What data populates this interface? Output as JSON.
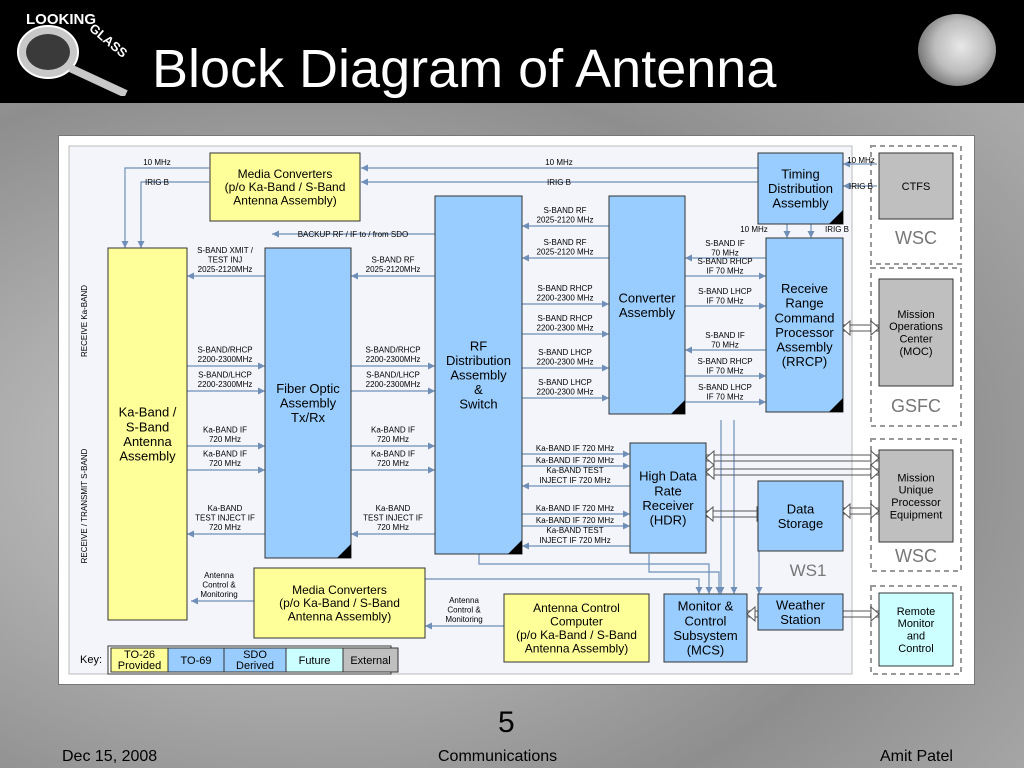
{
  "slide": {
    "title": "Block Diagram of Antenna",
    "logo_text": "LOOKING GLASS",
    "page_number": "5",
    "footer_left": "Dec 15, 2008",
    "footer_center": "Communications",
    "footer_right": "Amit Patel"
  },
  "blocks": {
    "media_top": [
      "Media Converters",
      "(p/o Ka-Band / S-Band",
      "Antenna Assembly)"
    ],
    "ka_band": [
      "Ka-Band /",
      "S-Band",
      "Antenna",
      "Assembly"
    ],
    "fiber": [
      "Fiber Optic",
      "Assembly",
      "Tx/Rx"
    ],
    "rf_dist": [
      "RF",
      "Distribution",
      "Assembly",
      "&",
      "Switch"
    ],
    "converter": [
      "Converter",
      "Assembly"
    ],
    "timing": [
      "Timing",
      "Distribution",
      "Assembly"
    ],
    "rrcp": [
      "Receive",
      "Range",
      "Command",
      "Processor",
      "Assembly",
      "(RRCP)"
    ],
    "hdr": [
      "High Data",
      "Rate",
      "Receiver",
      "(HDR)"
    ],
    "data_storage": [
      "Data",
      "Storage"
    ],
    "weather": [
      "Weather",
      "Station"
    ],
    "mcs": [
      "Monitor &",
      "Control",
      "Subsystem",
      "(MCS)"
    ],
    "acc": [
      "Antenna Control",
      "Computer",
      "(p/o Ka-Band / S-Band",
      "Antenna Assembly)"
    ],
    "media_bottom": [
      "Media Converters",
      "(p/o Ka-Band / S-Band",
      "Antenna Assembly)"
    ],
    "ctfs": [
      "CTFS"
    ],
    "moc": [
      "Mission",
      "Operations",
      "Center",
      "(MOC)"
    ],
    "mupe": [
      "Mission",
      "Unique",
      "Processor",
      "Equipment"
    ],
    "remote": [
      "Remote",
      "Monitor",
      "and",
      "Control"
    ]
  },
  "groups": {
    "wsc_top": "WSC",
    "gsfc": "GSFC",
    "wsc_bottom": "WSC",
    "ws1": "WS1"
  },
  "signals": {
    "ten_mhz": "10 MHz",
    "irig_b": "IRIG B",
    "receive_ka": "RECEIVE Ka-BAND",
    "receive_transmit_s": "RECEIVE / TRANSMIT S-BAND",
    "backup": "BACKUP RF / IF    to / from SDO",
    "sband_xmit": [
      "S-BAND XMIT /",
      "TEST INJ",
      "2025-2120MHz"
    ],
    "sband_rf_fiber": [
      "S-BAND RF",
      "2025-2120MHz"
    ],
    "sband_rf_1": [
      "S-BAND RF",
      "2025-2120 MHz"
    ],
    "sband_rf_2": [
      "S-BAND RF",
      "2025-2120 MHz"
    ],
    "sband_rhcp_ka": [
      "S-BAND/RHCP",
      "2200-2300MHz"
    ],
    "sband_lhcp_ka": [
      "S-BAND/LHCP",
      "2200-2300MHz"
    ],
    "sband_rhcp_f": [
      "S-BAND/RHCP",
      "2200-2300MHz"
    ],
    "sband_lhcp_f": [
      "S-BAND/LHCP",
      "2200-2300MHz"
    ],
    "rhcp_conv_1": [
      "S-BAND RHCP",
      "2200-2300 MHz"
    ],
    "rhcp_conv_2": [
      "S-BAND RHCP",
      "2200-2300 MHz"
    ],
    "lhcp_conv_1": [
      "S-BAND LHCP",
      "2200-2300 MHz"
    ],
    "lhcp_conv_2": [
      "S-BAND LHCP",
      "2200-2300 MHz"
    ],
    "if70_1": [
      "S-BAND IF",
      "70 MHz"
    ],
    "rhcp70_1": [
      "S-BAND RHCP",
      "IF 70 MHz"
    ],
    "lhcp70_1": [
      "S-BAND LHCP",
      "IF 70 MHz"
    ],
    "if70_2": [
      "S-BAND IF",
      "70 MHz"
    ],
    "rhcp70_2": [
      "S-BAND RHCP",
      "IF 70 MHz"
    ],
    "lhcp70_2": [
      "S-BAND LHCP",
      "IF 70 MHz"
    ],
    "ka_if_a1": [
      "Ka-BAND IF",
      "720 MHz"
    ],
    "ka_if_a2": [
      "Ka-BAND IF",
      "720 MHz"
    ],
    "ka_test_a": [
      "Ka-BAND",
      "TEST INJECT IF",
      "720 MHz"
    ],
    "ka_if_b1": [
      "Ka-BAND IF",
      "720 MHz"
    ],
    "ka_if_b2": [
      "Ka-BAND IF",
      "720 MHz"
    ],
    "ka_test_b": [
      "Ka-BAND",
      "TEST INJECT IF",
      "720 MHz"
    ],
    "hdr_if_1": "Ka-BAND IF 720 MHz",
    "hdr_if_2": "Ka-BAND IF 720 MHz",
    "hdr_test_1": [
      "Ka-BAND TEST",
      "INJECT IF 720 MHz"
    ],
    "hdr_if_3": "Ka-BAND IF 720 MHz",
    "hdr_if_4": "Ka-BAND IF 720 MHz",
    "hdr_test_2": [
      "Ka-BAND TEST",
      "INJECT IF 720 MHz"
    ],
    "ant_ctrl_1": [
      "Antenna",
      "Control &",
      "Monitoring"
    ],
    "ant_ctrl_2": [
      "Antenna",
      "Control &",
      "Monitoring"
    ]
  },
  "key": {
    "label": "Key:",
    "items": [
      {
        "label": [
          "TO-26",
          "Provided"
        ],
        "color": "#ffff99"
      },
      {
        "label": [
          "TO-69"
        ],
        "color": "#99ccff"
      },
      {
        "label": [
          "SDO",
          "Derived"
        ],
        "color": "#99ccff"
      },
      {
        "label": [
          "Future"
        ],
        "color": "#ccffff"
      },
      {
        "label": [
          "External"
        ],
        "color": "#bfbfbf"
      }
    ]
  },
  "colors": {
    "yellow": "#ffff99",
    "blue": "#99ccff",
    "cyan": "#ccffff",
    "gray": "#bfbfbf",
    "line": "#6f8fb8"
  }
}
